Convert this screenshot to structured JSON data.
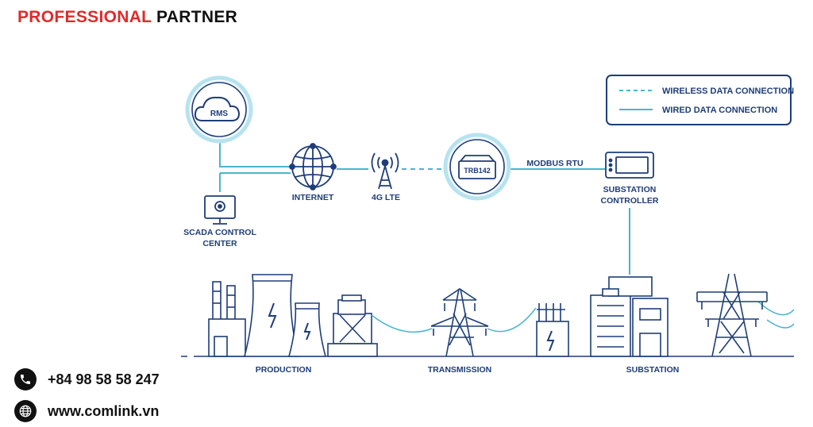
{
  "header": {
    "brand_part1": "PROFESSIONAL",
    "brand_part2": "PARTNER"
  },
  "legend": {
    "wireless": "WIRELESS DATA CONNECTION",
    "wired": "WIRED DATA CONNECTION"
  },
  "nodes": {
    "rms": "RMS",
    "internet": "INTERNET",
    "lte": "4G LTE",
    "router": "TRB142",
    "modbus": "MODBUS RTU",
    "substation_controller_1": "SUBSTATION",
    "substation_controller_2": "CONTROLLER",
    "scada_1": "SCADA CONTROL",
    "scada_2": "CENTER"
  },
  "sections": {
    "production": "PRODUCTION",
    "transmission": "TRANSMISSION",
    "substation": "SUBSTATION"
  },
  "contact": {
    "phone": "+84 98 58 58 247",
    "website": "www.comlink.vn"
  },
  "colors": {
    "brand_red": "#e02a2a",
    "line_blue": "#1e3d78",
    "accent_cyan": "#48b6cf"
  }
}
